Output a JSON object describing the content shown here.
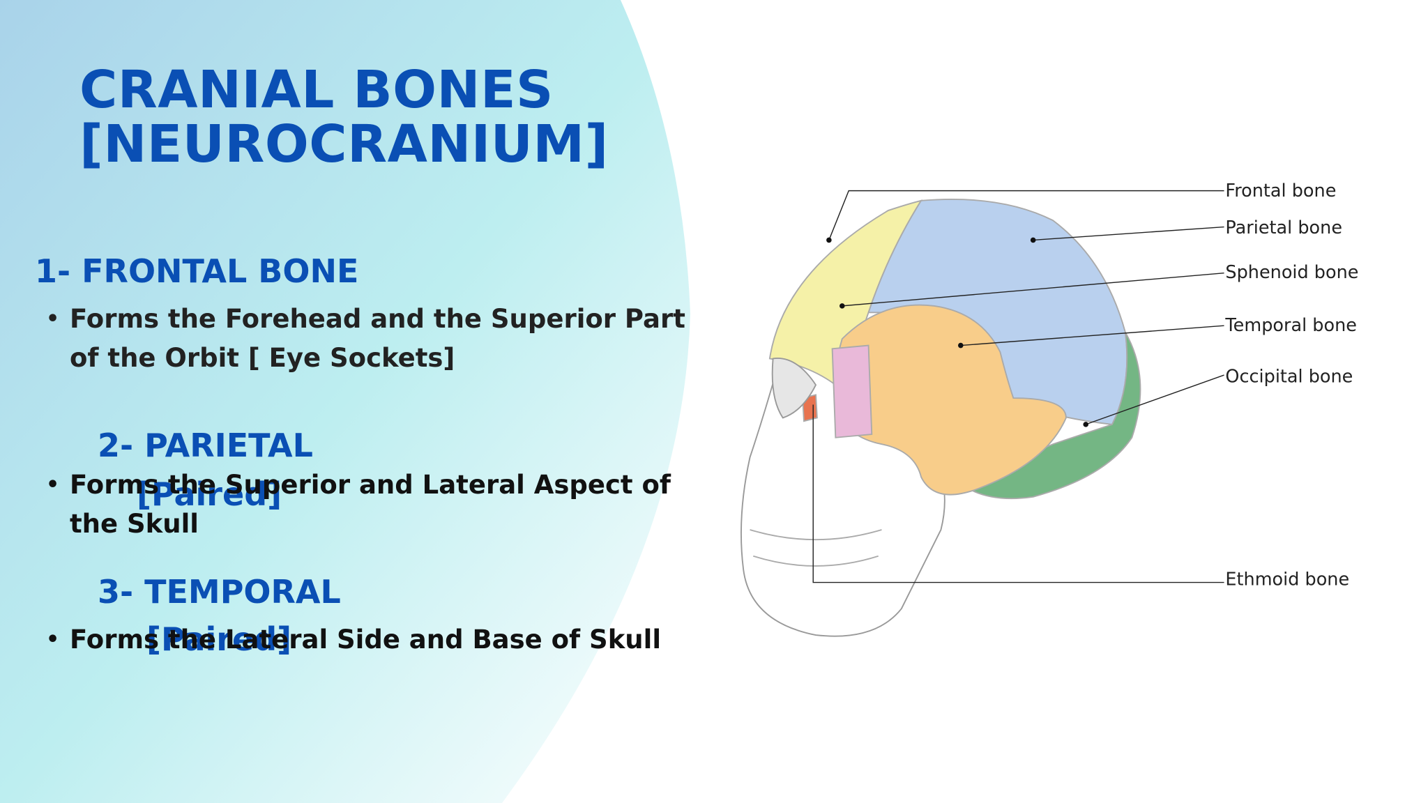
{
  "title": {
    "line1": "CRANIAL BONES",
    "line2": "[NEUROCRANIUM]"
  },
  "sections": [
    {
      "heading": "1- FRONTAL BONE",
      "text": "Forms the Forehead and the Superior Part of the Orbit [ Eye Sockets]"
    },
    {
      "heading": "2- PARIETAL",
      "note": "[Paired]",
      "text": "Forms the Superior and Lateral Aspect of the Skull"
    },
    {
      "heading": "3- TEMPORAL",
      "note": "[Paired]",
      "text": "Forms the Lateral Side and Base of Skull"
    }
  ],
  "diagram": {
    "labels": {
      "frontal": "Frontal bone",
      "parietal": "Parietal bone",
      "sphenoid": "Sphenoid bone",
      "temporal": "Temporal bone",
      "occipital": "Occipital bone",
      "ethmoid": "Ethmoid bone"
    },
    "colors": {
      "frontal": "#f5f1a8",
      "parietal": "#b9d0ee",
      "sphenoid": "#e9b9d9",
      "temporal": "#f8cd8a",
      "occipital": "#74b684",
      "ethmoid": "#e8734f",
      "face": "#ffffff"
    }
  }
}
